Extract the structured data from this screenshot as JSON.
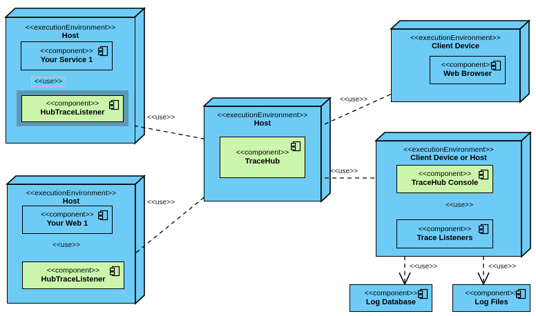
{
  "diagram": {
    "type": "uml-deployment-diagram",
    "background": "#ffffff",
    "colors": {
      "node_fill": "#6ecbf5",
      "component_fill_blue": "#6ecbf5",
      "component_fill_green": "#ccf5ac",
      "outline": "#000000",
      "selection_halo": "#5c99b5",
      "selection_handle": "#8a6fe0",
      "selected_label_border": "#e7b9b9"
    },
    "stereotypes": {
      "execution_environment": "<<executionEnvironment>>",
      "component": "<<component>>",
      "use": "<<use>>"
    },
    "nodes": [
      {
        "id": "host-service",
        "stereotype": "<<executionEnvironment>>",
        "name": "Host",
        "components": [
          {
            "id": "your-service-1",
            "stereotype": "<<component>>",
            "name": "Your Service 1",
            "fill": "blue",
            "selected": false
          },
          {
            "id": "hubtracelistener-1",
            "stereotype": "<<component>>",
            "name": "HubTraceListener",
            "fill": "green",
            "selected": true
          }
        ]
      },
      {
        "id": "host-tracehub",
        "stereotype": "<<executionEnvironment>>",
        "name": "Host",
        "components": [
          {
            "id": "tracehub",
            "stereotype": "<<component>>",
            "name": "TraceHub",
            "fill": "green",
            "selected": false
          }
        ]
      },
      {
        "id": "client-device",
        "stereotype": "<<executionEnvironment>>",
        "name": "Client Device",
        "components": [
          {
            "id": "web-browser",
            "stereotype": "<<component>>",
            "name": "Web Browser",
            "fill": "blue",
            "selected": false
          }
        ]
      },
      {
        "id": "client-device-or-host",
        "stereotype": "<<executionEnvironment>>",
        "name": "Client Device or Host",
        "components": [
          {
            "id": "tracehub-console",
            "stereotype": "<<component>>",
            "name": "TraceHub Console",
            "fill": "green",
            "selected": false
          },
          {
            "id": "trace-listeners",
            "stereotype": "<<component>>",
            "name": "Trace Listeners",
            "fill": "blue",
            "selected": false
          }
        ]
      },
      {
        "id": "host-web",
        "stereotype": "<<executionEnvironment>>",
        "name": "Host",
        "components": [
          {
            "id": "your-web-1",
            "stereotype": "<<component>>",
            "name": "Your Web 1",
            "fill": "blue",
            "selected": false
          },
          {
            "id": "hubtracelistener-2",
            "stereotype": "<<component>>",
            "name": "HubTraceListener",
            "fill": "green",
            "selected": false
          }
        ]
      }
    ],
    "standalone_components": [
      {
        "id": "log-database",
        "stereotype": "<<component>>",
        "name": "Log Database",
        "fill": "blue"
      },
      {
        "id": "log-files",
        "stereotype": "<<component>>",
        "name": "Log Files",
        "fill": "blue"
      }
    ],
    "edges": [
      {
        "id": "e1",
        "from": "your-service-1",
        "to": "hubtracelistener-1",
        "label": "<<use>>",
        "selected": true
      },
      {
        "id": "e2",
        "from": "hubtracelistener-1",
        "to": "host-tracehub",
        "label": "<<use>>",
        "selected": false
      },
      {
        "id": "e3",
        "from": "hubtracelistener-2",
        "to": "host-tracehub",
        "label": "<<use>>",
        "selected": false
      },
      {
        "id": "e4",
        "from": "host-tracehub",
        "to": "web-browser",
        "label": "<<use>>",
        "selected": false
      },
      {
        "id": "e5",
        "from": "host-tracehub",
        "to": "tracehub-console",
        "label": "<<use>>",
        "selected": false
      },
      {
        "id": "e6",
        "from": "tracehub-console",
        "to": "trace-listeners",
        "label": "<<use>>",
        "selected": false
      },
      {
        "id": "e7",
        "from": "trace-listeners",
        "to": "log-database",
        "label": "<<use>>",
        "selected": false
      },
      {
        "id": "e8",
        "from": "trace-listeners",
        "to": "log-files",
        "label": "<<use>>",
        "selected": false
      },
      {
        "id": "e9",
        "from": "your-web-1",
        "to": "hubtracelistener-2",
        "label": "<<use>>",
        "selected": false
      }
    ],
    "labels": {
      "use_1": "<<use>>",
      "use_2": "<<use>>",
      "use_3": "<<use>>",
      "use_4": "<<use>>",
      "use_5": "<<use>>",
      "use_6": "<<use>>",
      "use_7": "<<use>>",
      "use_8": "<<use>>",
      "use_9": "<<use>>"
    }
  }
}
